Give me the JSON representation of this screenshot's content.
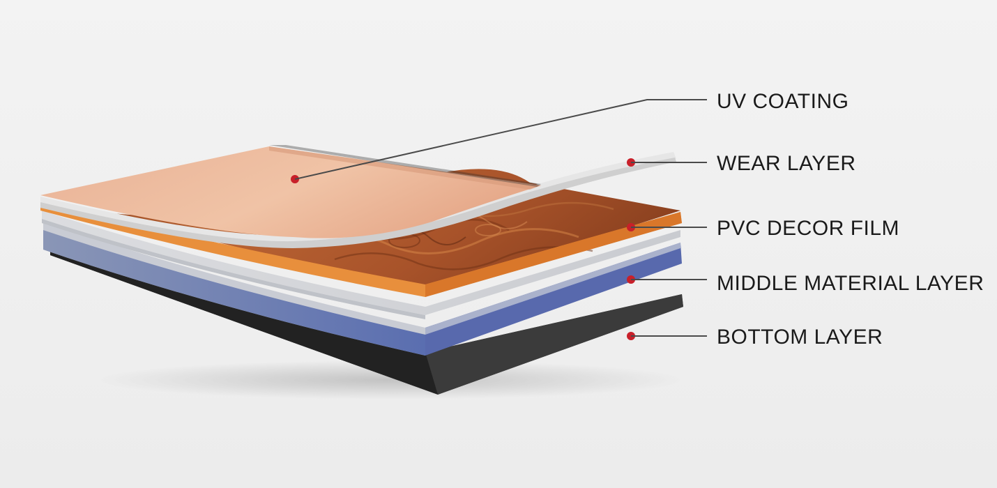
{
  "diagram": {
    "layers": [
      {
        "id": "uv-coating",
        "label": "UV COATING"
      },
      {
        "id": "wear-layer",
        "label": "WEAR LAYER"
      },
      {
        "id": "pvc-decor-film",
        "label": "PVC DECOR FILM"
      },
      {
        "id": "middle-material-layer",
        "label": "MIDDLE MATERIAL LAYER"
      },
      {
        "id": "bottom-layer",
        "label": "BOTTOM LAYER"
      }
    ],
    "colors": {
      "background": "#f0f0f0",
      "marker": "#c8202a",
      "leader_line": "#4a4a4a",
      "uv_top": "#e9b79a",
      "wear_film": "#e8e8e8",
      "orange_edge": "#e8913f",
      "wood_mid": "#b05a2a",
      "silver": "#d4d6da",
      "blue": "#6a7db8",
      "black": "#2a2a2a"
    }
  }
}
